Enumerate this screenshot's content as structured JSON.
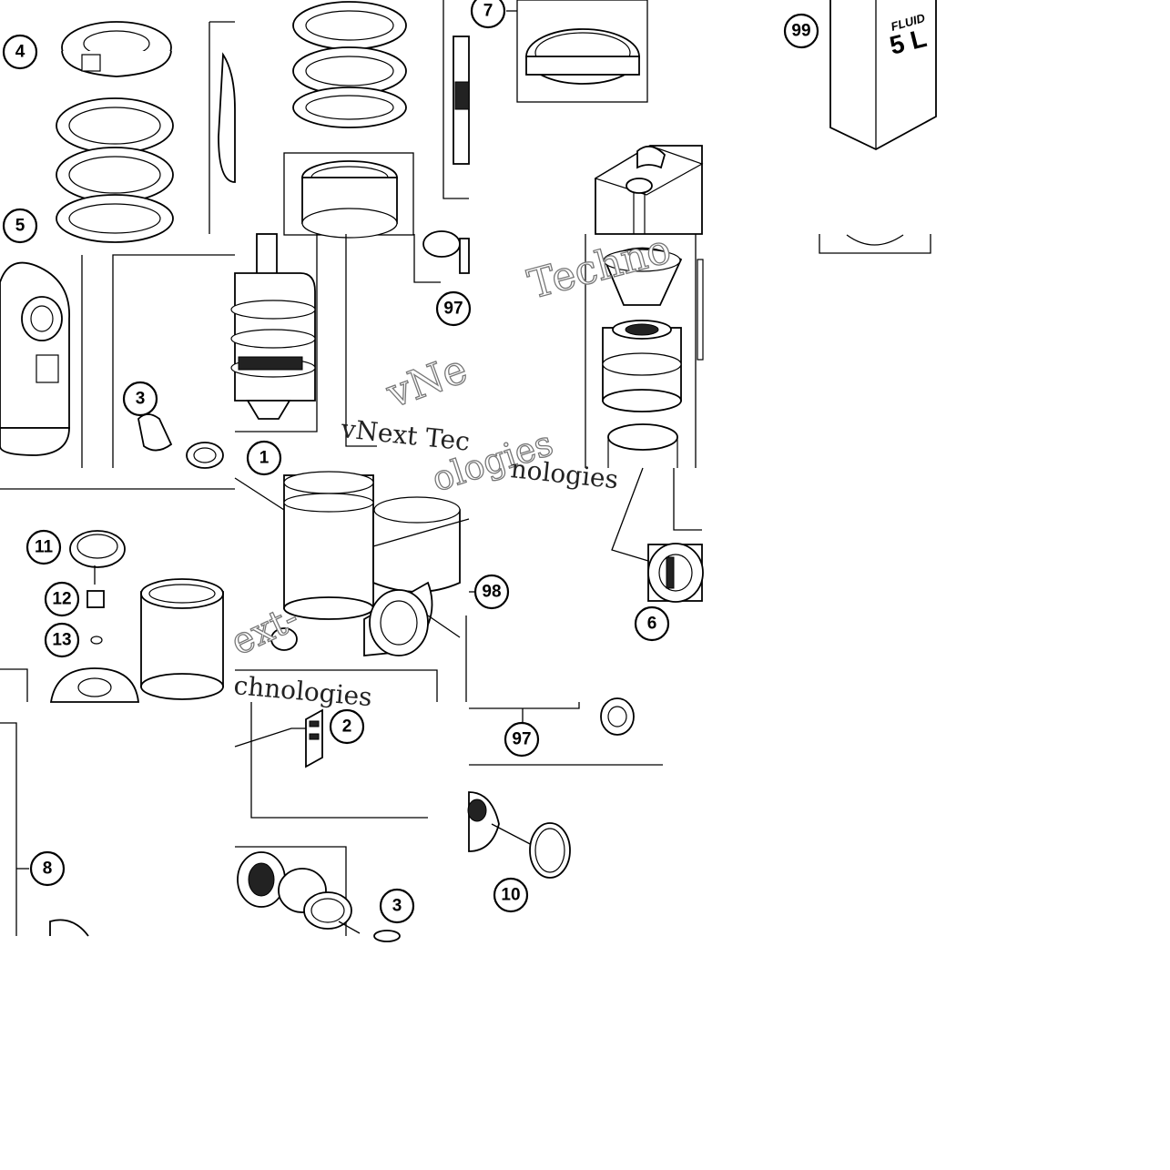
{
  "callouts": [
    {
      "id": "c4",
      "label": "4"
    },
    {
      "id": "c5",
      "label": "5"
    },
    {
      "id": "c7",
      "label": "7"
    },
    {
      "id": "c99",
      "label": "99"
    },
    {
      "id": "c97a",
      "label": "97"
    },
    {
      "id": "c3a",
      "label": "3"
    },
    {
      "id": "c1",
      "label": "1"
    },
    {
      "id": "c11",
      "label": "11"
    },
    {
      "id": "c12",
      "label": "12"
    },
    {
      "id": "c13",
      "label": "13"
    },
    {
      "id": "c98",
      "label": "98"
    },
    {
      "id": "c6",
      "label": "6"
    },
    {
      "id": "c2",
      "label": "2"
    },
    {
      "id": "c97b",
      "label": "97"
    },
    {
      "id": "c8",
      "label": "8"
    },
    {
      "id": "c3b",
      "label": "3"
    },
    {
      "id": "c10",
      "label": "10"
    }
  ],
  "fluid_can": {
    "brand": "FLUID",
    "volume": "5 L"
  },
  "watermark": {
    "text_techno": "Techno",
    "text_vnext_tec": "vNext Tec",
    "text_nologies": "nologies",
    "text_chnologies": "chnologies",
    "text_ext": "ext-",
    "text_ologies": "ologies",
    "text_vnextm": "vNe"
  }
}
